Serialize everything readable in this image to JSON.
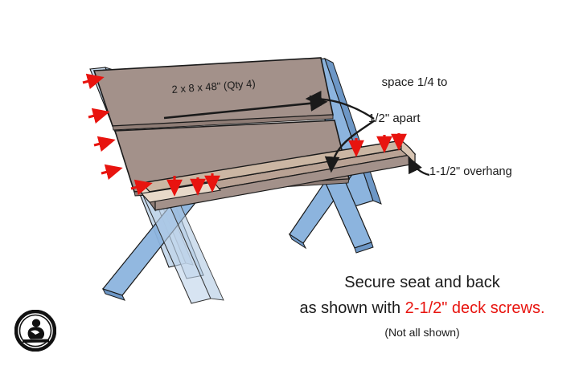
{
  "diagram": {
    "kind": "woodworking-assembly-diagram",
    "subject": "two-by-four outdoor bench with crossed X legs",
    "labels": {
      "board_spec": "2 x 8 x 48\" (Qty 4)",
      "spacing_line1": "space 1/4 to",
      "spacing_line2": "1/2\" apart",
      "overhang": "1-1/2\" overhang"
    },
    "note": {
      "line1": "Secure seat and back",
      "line2_prefix": "as shown with ",
      "line2_accent": "2-1/2\" deck screws.",
      "line3": "(Not all shown)"
    },
    "logo": {
      "icon": "woodworker-circle-logo",
      "alt": "circular woodworker logo"
    },
    "colors": {
      "leg_blue": "#8cb4de",
      "leg_blue_dark": "#6d97c6",
      "leg_blue_pale": "#bed4ea",
      "board_brown": "#a3918a",
      "board_brown_dark": "#8f7d76",
      "seat_tan": "#b9a294",
      "seat_tan_light": "#e8d9c9",
      "outline": "#1a1a1a",
      "arrow_red": "#e8140f",
      "accent_red": "#e8140f",
      "background": "#ffffff"
    },
    "arrows": {
      "back_left_count": 4,
      "back_left_direction": "right",
      "seat_left_count": 3,
      "seat_left_direction": "down",
      "seat_right_count": 3,
      "seat_right_direction": "down",
      "total_shown": 10
    },
    "parts": {
      "backrest_boards": 2,
      "seat_boards": 2,
      "leg_assemblies": 2
    }
  }
}
